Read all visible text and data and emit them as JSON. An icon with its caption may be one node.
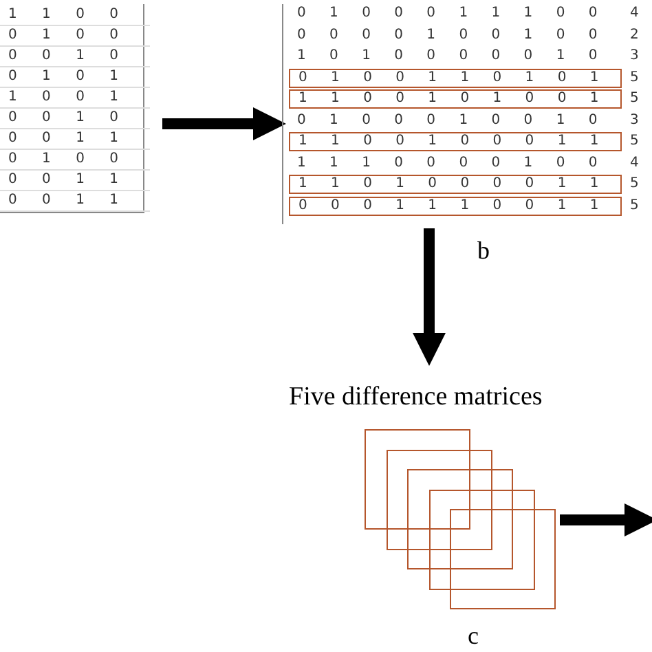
{
  "diagram": {
    "nodes": [
      {
        "text": [
          "1 1 0 0",
          "0 1 0 0",
          "0 0 1 0",
          "0 1 0 1",
          "1 0 0 1",
          "0 0 1 0",
          "0 0 1 1",
          "0 1 0 0",
          "0 0 1 1",
          "0 0 1 1"
        ]
      },
      {
        "text": [],
        "shape": "box",
        "beside": [
          "b"
        ]
      },
      {
        "text": [
          "0 1 0 0 0 1 1 1 0 0",
          "4"
        ],
        "in": 1
      },
      {
        "text": [
          "0 0 0 0 1 0 0 1 0 0",
          "2"
        ],
        "in": 1
      },
      {
        "text": [
          "1 0 1 0 0 0 0 0 1 0",
          "3"
        ],
        "in": 1
      },
      {
        "text": [
          "0 1 0 0 1 1 0 1 0 1",
          "5"
        ],
        "in": 1
      },
      {
        "text": [
          "1 1 0 0 1 0 1 0 0 1",
          "5"
        ],
        "in": 1
      },
      {
        "text": [
          "0 1 0 0 0 1 0 0 1 0",
          "3"
        ],
        "in": 1
      },
      {
        "text": [
          "1 1 0 0 1 0 0 0 1 1",
          "5"
        ],
        "in": 1
      },
      {
        "text": [
          "1 1 1 0 0 0 0 1 0 0",
          "4"
        ],
        "in": 1
      },
      {
        "text": [
          "1 1 0 1 0 0 0 0 1 1",
          "5"
        ],
        "in": 1
      },
      {
        "text": [
          "0 0 0 1 1 1 0 0 1 1",
          "5"
        ],
        "in": 1
      },
      {
        "text": [
          "Five difference matrices"
        ],
        "beside": [
          "c"
        ]
      },
      {
        "text": [],
        "shape": "box",
        "in": 12
      },
      {
        "text": [],
        "shape": "box",
        "in": 12
      },
      {
        "text": [],
        "shape": "box",
        "in": 12
      },
      {
        "text": [],
        "shape": "box",
        "in": 12
      },
      {
        "text": [],
        "shape": "box",
        "in": 12
      }
    ],
    "edges": [
      {
        "from": 0,
        "to": 1,
        "arrow": "to"
      },
      {
        "from": 1,
        "to": 12,
        "arrow": "to"
      },
      {
        "from": 12,
        "to": null,
        "arrow": "to"
      }
    ]
  }
}
